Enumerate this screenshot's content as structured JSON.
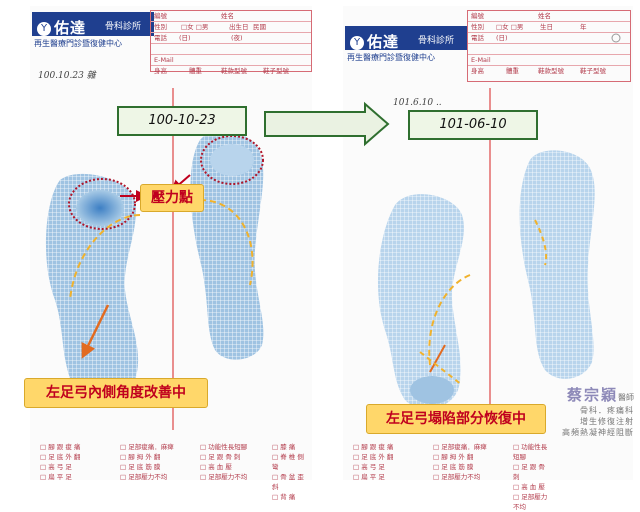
{
  "clinic": {
    "name": "佑達",
    "type": "骨科診所",
    "subtitle": "再生醫療門診暨復健中心"
  },
  "form_labels": {
    "record_no": "編號",
    "name": "姓名",
    "sex": "性別",
    "female": "女",
    "male": "男",
    "birth": "出生日",
    "birth_year": "民國",
    "phone": "電話",
    "day": "日",
    "night": "夜",
    "email": "E-Mail",
    "height": "身高",
    "weight": "體重",
    "shoe_type": "鞋款型號",
    "shoe_size": "鞋子型號",
    "birth_short": "生日",
    "year": "年"
  },
  "left_sheet": {
    "hand_date": "100.10.23 雜",
    "date_label": "100-10-23",
    "pressure_label": "壓力點",
    "caption": "左足弓內側角度改善中"
  },
  "right_sheet": {
    "hand_date": "101.6.10 ..",
    "date_label": "101-06-10",
    "caption": "左足弓塌陷部分恢復中"
  },
  "doctor": {
    "name": "蔡宗穎",
    "title": "醫師",
    "line1": "骨科．疼痛科",
    "line2": "增生修復注射",
    "line3": "高頻熱凝神經阻斷"
  },
  "checklist": {
    "col1": [
      "腳 跟 痠 痛",
      "足 底 外 翻",
      "高 弓 足",
      "扁 平 足"
    ],
    "col2": [
      "足部痠痛．麻痺",
      "腳 拇 外 翻",
      "足 底 筋 膜",
      "足部壓力不均"
    ],
    "col3": [
      "功能性長短腳",
      "足 跟 骨 刺",
      "高 血 壓",
      "足部壓力不均"
    ],
    "col4": [
      "膝 痛",
      "脊 椎 側 彎",
      "骨 盆 歪 斜",
      "背 痛"
    ]
  },
  "colors": {
    "brand_blue": "#1f3f8f",
    "form_red": "#d66b75",
    "arrow_green": "#2f6f2f",
    "callout_yellow": "#ffd76a",
    "callout_text": "#c0001e",
    "footprint_blue": "#5f9fd0",
    "arch_line": "#f0b22d",
    "pointer_orange": "#e26b21"
  }
}
